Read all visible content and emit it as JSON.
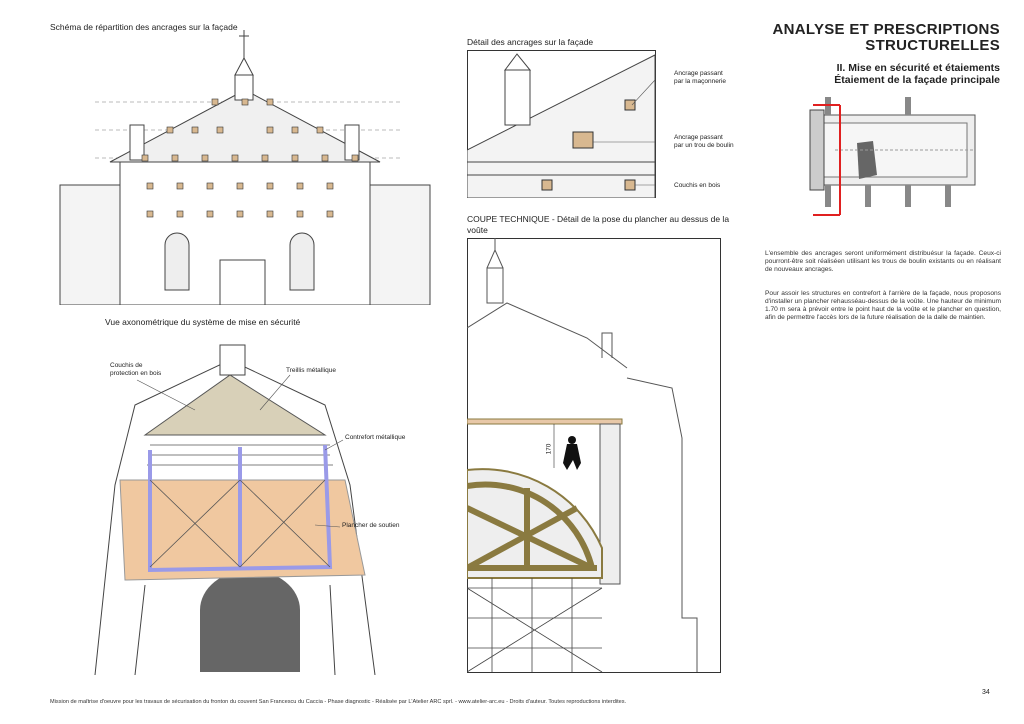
{
  "header": {
    "title_line1": "ANALYSE ET PRESCRIPTIONS",
    "title_line2": "STRUCTURELLES",
    "subtitle_line1": "II. Mise en sécurité et étaiements",
    "subtitle_line2": "Étaiement de la façade principale"
  },
  "captions": {
    "facade": "Schéma de répartition des ancrages sur la façade",
    "axo": "Vue axonométrique du système de mise en sécurité",
    "detail": "Détail des ancrages sur la façade",
    "coupe_line1": "COUPE TECHNIQUE - Détail de la pose du plancher au dessus de la",
    "coupe_line2": "voûte"
  },
  "axo_labels": {
    "couchis_line1": "Couchis de",
    "couchis_line2": "protection en bois",
    "treillis": "Treillis métallique",
    "contrefort": "Contrefort métallique",
    "plancher": "Plancher de soutien"
  },
  "detail_labels": {
    "a1_line1": "Ancrage passant",
    "a1_line2": "par la maçonnerie",
    "a2_line1": "Ancrage passant",
    "a2_line2": "par un trou de boulin",
    "couchis": "Couchis en bois"
  },
  "coupe": {
    "height_label": "170"
  },
  "body": {
    "para1": "L'ensemble des ancrages seront uniformément distribuésur la façade. Ceux-ci pourront-être soit réaliséen utilisant les trous de boulin existants ou en réalisant de nouveaux ancrages.",
    "para2": "Pour assoir les structures en contrefort à l'arrière de la façade, nous proposons d'installer un plancher rehausséau-dessus de la voûte. Une hauteur de minimum 1.70 m sera à prévoir entre le point haut de la voûte et le plancher en question, afin de permettre l'accès lors de la future réalisation de la dalle de maintien."
  },
  "footer": {
    "text": "Mission de maîtrise d'oeuvre pour les travaux de sécurisation du fronton du couvent San Francescu du Caccia - Phase diagnostic - Réalisée par L'Atelier ARC sprl. - www.atelier-arc.eu - Droits d'auteur. Toutes reproductions interdites.",
    "page": "34"
  },
  "colors": {
    "wood": "#f0c8a0",
    "steel": "#a8a8f0",
    "beam": "#8a7a40",
    "marker": "#e02020"
  }
}
